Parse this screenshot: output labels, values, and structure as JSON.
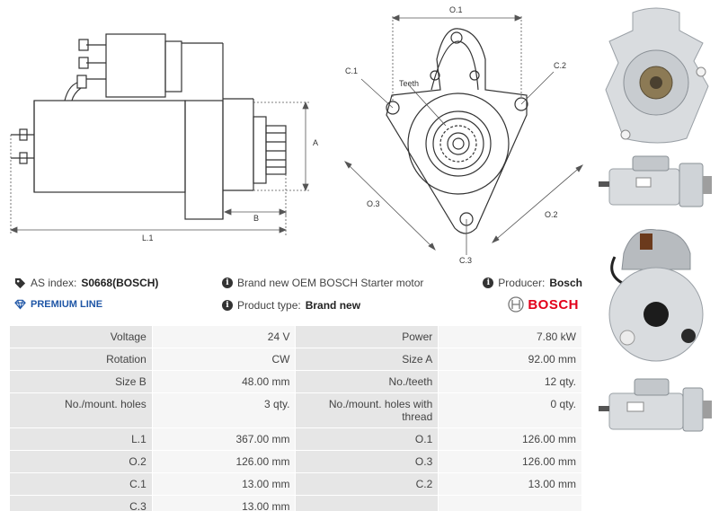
{
  "drawing": {
    "labels": {
      "a": "A",
      "b": "B",
      "l1": "L.1",
      "o1": "O.1",
      "o2": "O.2",
      "o3": "O.3",
      "c1": "C.1",
      "c2": "C.2",
      "c3": "C.3",
      "teeth": "Teeth"
    }
  },
  "info": {
    "as_index_label": "AS index:",
    "as_index_value": "S0668(BOSCH)",
    "premium_line": "PREMIUM LINE",
    "description": "Brand new OEM BOSCH Starter motor",
    "product_type_label": "Product type:",
    "product_type_value": "Brand new",
    "producer_label": "Producer:",
    "producer_value": "Bosch",
    "brand_logo_text": "BOSCH"
  },
  "specs": {
    "rows": [
      [
        {
          "label": "Voltage",
          "value": "24 V"
        },
        {
          "label": "Power",
          "value": "7.80 kW"
        }
      ],
      [
        {
          "label": "Rotation",
          "value": "CW"
        },
        {
          "label": "Size A",
          "value": "92.00 mm"
        }
      ],
      [
        {
          "label": "Size B",
          "value": "48.00 mm"
        },
        {
          "label": "No./teeth",
          "value": "12 qty."
        }
      ],
      [
        {
          "label": "No./mount. holes",
          "value": "3 qty."
        },
        {
          "label": "No./mount. holes with thread",
          "value": "0 qty."
        }
      ],
      [
        {
          "label": "L.1",
          "value": "367.00 mm"
        },
        {
          "label": "O.1",
          "value": "126.00 mm"
        }
      ],
      [
        {
          "label": "O.2",
          "value": "126.00 mm"
        },
        {
          "label": "O.3",
          "value": "126.00 mm"
        }
      ],
      [
        {
          "label": "C.1",
          "value": "13.00 mm"
        },
        {
          "label": "C.2",
          "value": "13.00 mm"
        }
      ],
      [
        {
          "label": "C.3",
          "value": "13.00 mm"
        },
        {
          "label": "",
          "value": ""
        }
      ]
    ]
  },
  "colors": {
    "brand_red": "#e2001a",
    "premium_blue": "#1f56a6",
    "label_bg": "#e6e6e6",
    "value_bg": "#f6f6f6"
  }
}
